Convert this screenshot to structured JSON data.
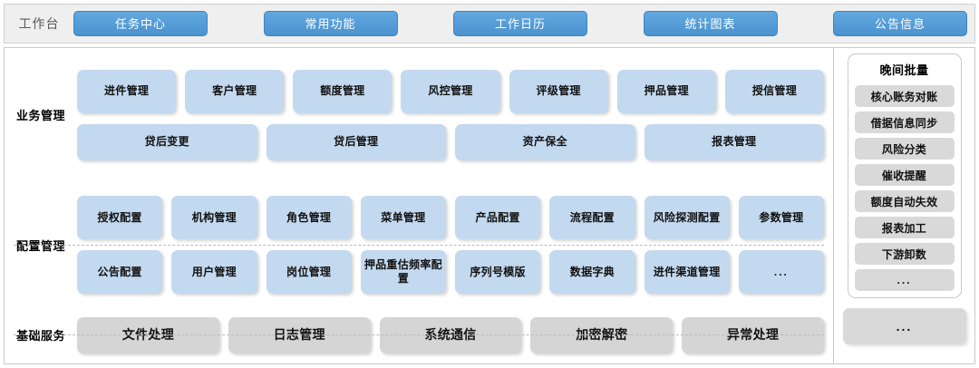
{
  "topbar": {
    "label": "工作台",
    "tabs": [
      {
        "label": "任务中心"
      },
      {
        "label": "常用功能"
      },
      {
        "label": "工作日历"
      },
      {
        "label": "统计图表"
      },
      {
        "label": "公告信息"
      }
    ],
    "accent_color": "#4b93cf",
    "background_color": "#efefef"
  },
  "sections": [
    {
      "label": "业务管理",
      "rows": [
        [
          {
            "label": "进件管理"
          },
          {
            "label": "客户管理"
          },
          {
            "label": "额度管理"
          },
          {
            "label": "风控管理"
          },
          {
            "label": "评级管理"
          },
          {
            "label": "押品管理"
          },
          {
            "label": "授信管理"
          }
        ],
        [
          {
            "label": "贷后变更"
          },
          {
            "label": "贷后管理"
          },
          {
            "label": "资产保全"
          },
          {
            "label": "报表管理"
          }
        ]
      ]
    },
    {
      "label": "配置管理",
      "rows": [
        [
          {
            "label": "授权配置"
          },
          {
            "label": "机构管理"
          },
          {
            "label": "角色管理"
          },
          {
            "label": "菜单管理"
          },
          {
            "label": "产品配置"
          },
          {
            "label": "流程配置"
          },
          {
            "label": "风险探测配置"
          },
          {
            "label": "参数管理"
          }
        ],
        [
          {
            "label": "公告配置"
          },
          {
            "label": "用户管理"
          },
          {
            "label": "岗位管理"
          },
          {
            "label": "押品重估频率配置"
          },
          {
            "label": "序列号模版"
          },
          {
            "label": "数据字典"
          },
          {
            "label": "进件渠道管理"
          },
          {
            "label": "..."
          }
        ]
      ]
    },
    {
      "label": "基础服务",
      "rows": [
        [
          {
            "label": "文件处理"
          },
          {
            "label": "日志管理"
          },
          {
            "label": "系统通信"
          },
          {
            "label": "加密解密"
          },
          {
            "label": "异常处理"
          }
        ]
      ]
    }
  ],
  "right_panel": {
    "batch": {
      "title": "晚间批量",
      "items": [
        {
          "label": "核心账务对账"
        },
        {
          "label": "借据信息同步"
        },
        {
          "label": "风险分类"
        },
        {
          "label": "催收提醒"
        },
        {
          "label": "额度自动失效"
        },
        {
          "label": "报表加工"
        },
        {
          "label": "下游卸数"
        },
        {
          "label": "..."
        }
      ]
    },
    "more": {
      "label": "..."
    }
  },
  "colors": {
    "card_blue": "#c3d9ef",
    "card_gray": "#d5d5d5",
    "panel_border": "#c9c9c9"
  }
}
